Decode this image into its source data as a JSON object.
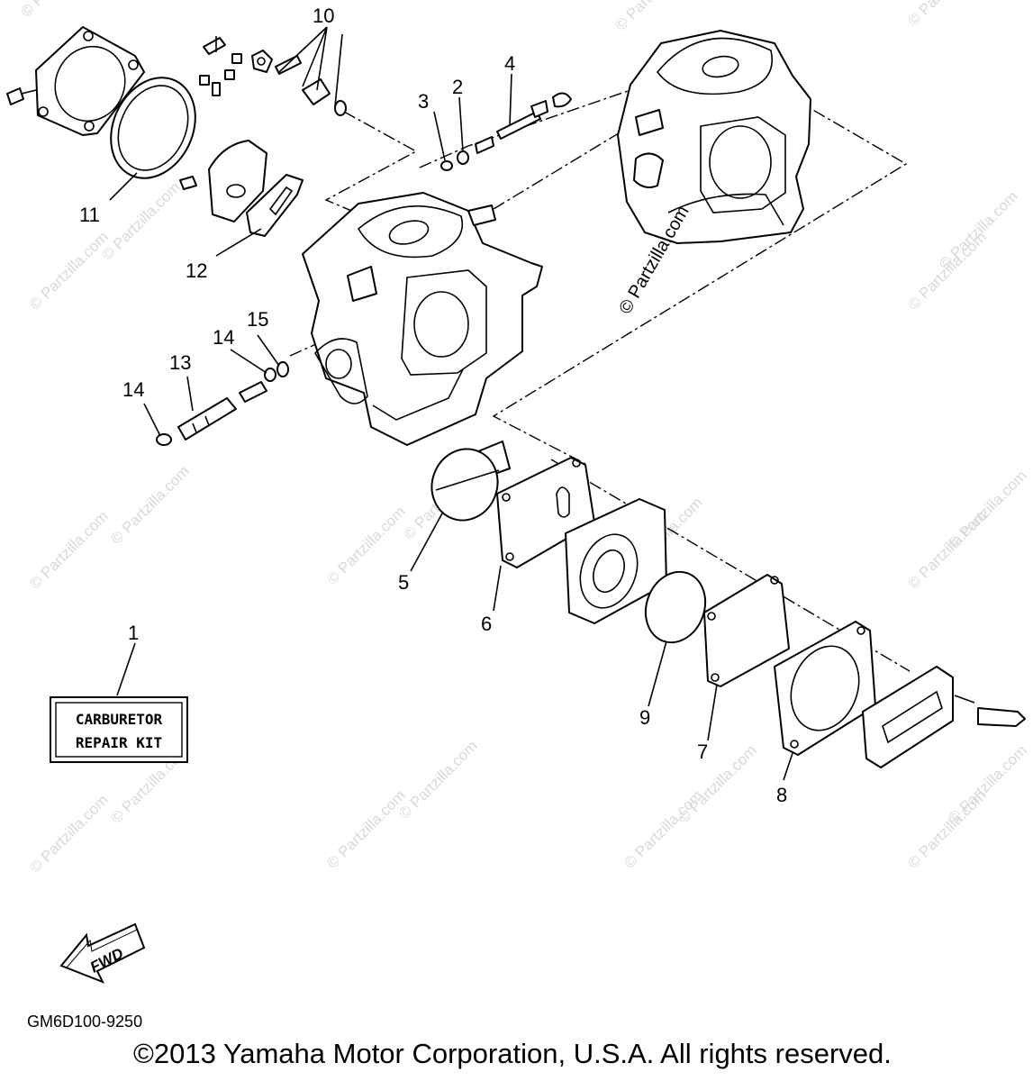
{
  "watermark": "© Partzilla.com",
  "callouts": {
    "c1": "1",
    "c2": "2",
    "c3": "3",
    "c4": "4",
    "c5": "5",
    "c6": "6",
    "c7": "7",
    "c8": "8",
    "c9": "9",
    "c10": "10",
    "c11": "11",
    "c12": "12",
    "c13": "13",
    "c14a": "14",
    "c14b": "14",
    "c15": "15"
  },
  "kit_label": {
    "line1": "CARBURETOR",
    "line2": "REPAIR KIT"
  },
  "fwd_label": "FWD",
  "diagram_code": "GM6D100-9250",
  "copyright": "©2013 Yamaha Motor Corporation, U.S.A. All rights reserved."
}
